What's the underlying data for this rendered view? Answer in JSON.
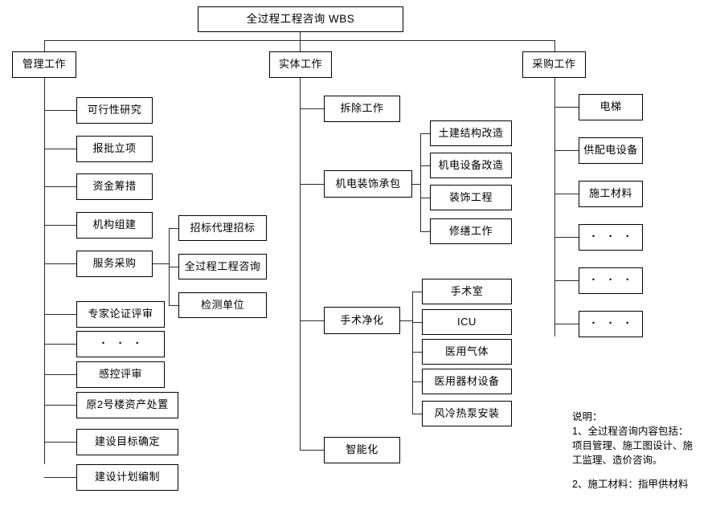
{
  "diagram": {
    "title": "全过程工程咨询 WBS",
    "type": "work-breakdown-structure",
    "background": "#ffffff",
    "line_color": "#2b2b2b",
    "text_color": "#000000"
  },
  "root": {
    "label": "全过程工程咨询 WBS"
  },
  "branches": {
    "management": {
      "label": "管理工作",
      "children": [
        {
          "label": "可行性研究"
        },
        {
          "label": "报批立项"
        },
        {
          "label": "资金筹措"
        },
        {
          "label": "机构组建"
        },
        {
          "label": "服务采购"
        },
        {
          "label": "专家论证评审"
        },
        {
          "label": "· · ·"
        },
        {
          "label": "感控评审"
        },
        {
          "label": "原2号楼资产处置"
        },
        {
          "label": "建设目标确定"
        },
        {
          "label": "建设计划编制"
        }
      ],
      "service_procurement_children": [
        {
          "label": "招标代理招标"
        },
        {
          "label": "全过程工程咨询"
        },
        {
          "label": "检测单位"
        }
      ]
    },
    "physical": {
      "label": "实体工作",
      "children": [
        {
          "label": "拆除工作"
        },
        {
          "label": "机电装饰承包"
        },
        {
          "label": "手术净化"
        },
        {
          "label": "智能化"
        }
      ],
      "mep_decoration_children": [
        {
          "label": "土建结构改造"
        },
        {
          "label": "机电设备改造"
        },
        {
          "label": "装饰工程"
        },
        {
          "label": "修缮工作"
        }
      ],
      "surgery_purification_children": [
        {
          "label": "手术室"
        },
        {
          "label": "ICU"
        },
        {
          "label": "医用气体"
        },
        {
          "label": "医用器材设备"
        },
        {
          "label": "风冷热泵安装"
        }
      ]
    },
    "procurement": {
      "label": "采购工作",
      "children": [
        {
          "label": "电梯"
        },
        {
          "label": "供配电设备"
        },
        {
          "label": "施工材料"
        },
        {
          "label": "· · ·"
        },
        {
          "label": "· · ·"
        },
        {
          "label": "· · ·"
        }
      ]
    }
  },
  "notes": {
    "heading": "说明：",
    "item1": "1、全过程咨询内容包括：\n项目管理、施工图设计、施\n工监理、造价咨询。",
    "item2": "2、施工材料：指甲供材料"
  }
}
